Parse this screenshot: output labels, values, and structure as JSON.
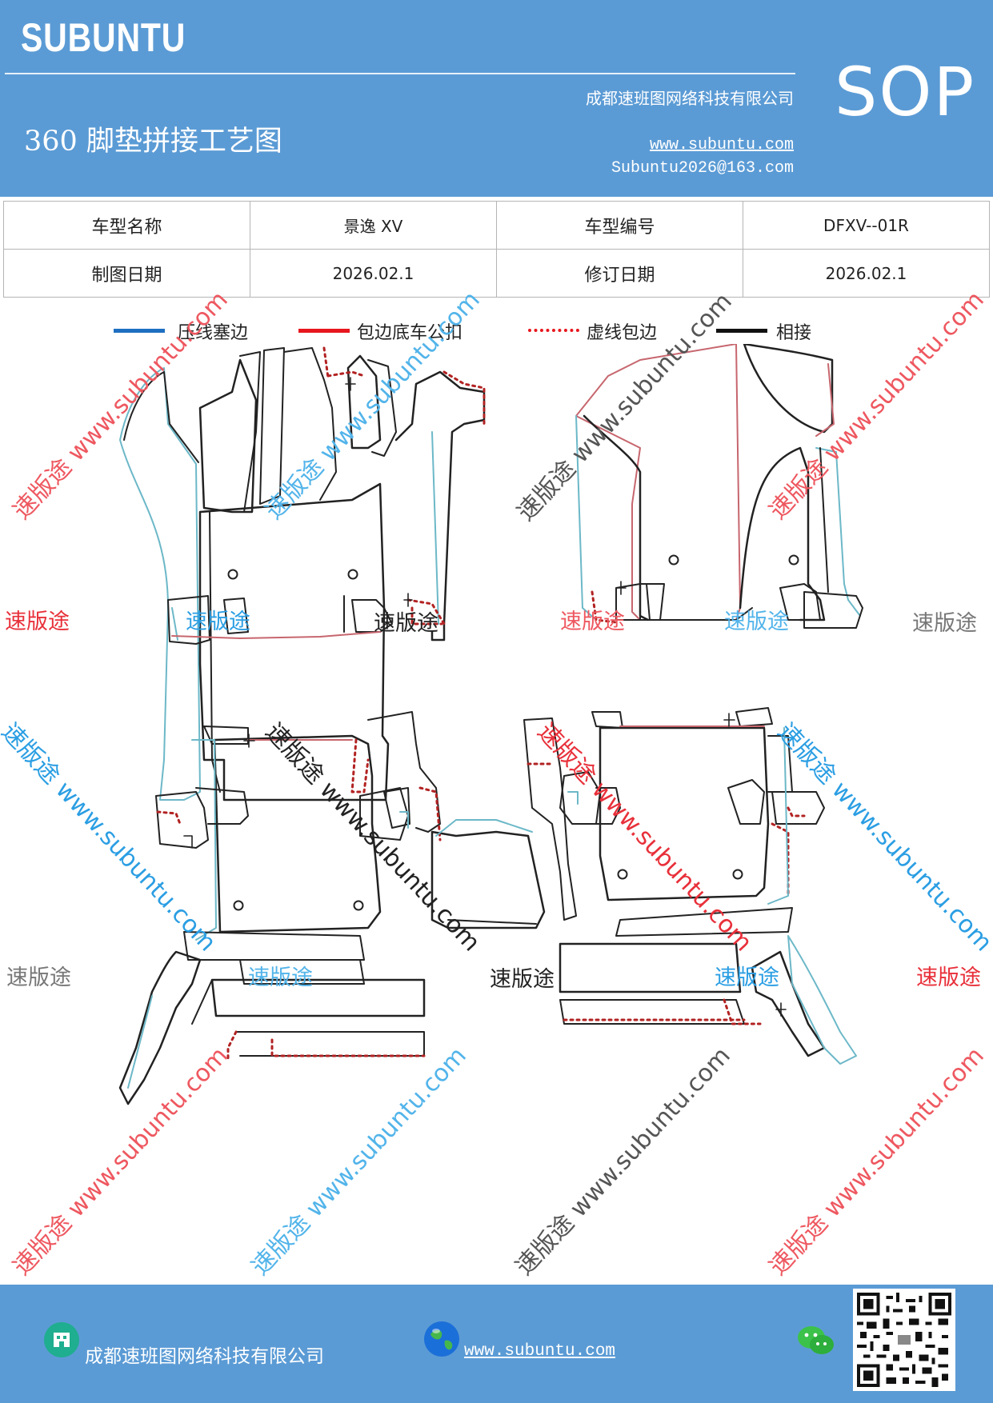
{
  "header": {
    "brand": "SUBUNTU",
    "company": "成都速班图网络科技有限公司",
    "title": "360 脚垫拼接工艺图",
    "website": "www.subuntu.com",
    "email": "Subuntu2026@163.com",
    "sop": "SOP"
  },
  "info": {
    "row1": [
      "车型名称",
      "景逸 XV",
      "车型编号",
      "DFXV--01R"
    ],
    "row2": [
      "制图日期",
      "2026.02.1",
      "修订日期",
      "2026.02.1"
    ]
  },
  "legend": [
    {
      "label": "压线塞边",
      "color": "#1f6fc1",
      "style": "solid"
    },
    {
      "label": "包边底车公扣",
      "color": "#e8161e",
      "style": "solid"
    },
    {
      "label": "虚线包边",
      "color": "#e8161e",
      "style": "dotted"
    },
    {
      "label": "相接",
      "color": "#111111",
      "style": "solid"
    }
  ],
  "watermarks": {
    "brand": "速版途",
    "diag": "速版途 www.subuntu.com",
    "url": "www.subuntu.com",
    "colors": {
      "red": "#e8303a",
      "blue": "#2b9ee3",
      "black": "#222222",
      "gray": "#777777",
      "lightred": "#ee5860",
      "lightblue": "#52b4ea"
    }
  },
  "footer": {
    "company": "成都速班图网络科技有限公司",
    "website": "www.subuntu.com"
  },
  "colors": {
    "header_bg": "#5b9bd5",
    "outline": "#222222",
    "teal": "#6cb8c8",
    "dash": "#b22222"
  }
}
